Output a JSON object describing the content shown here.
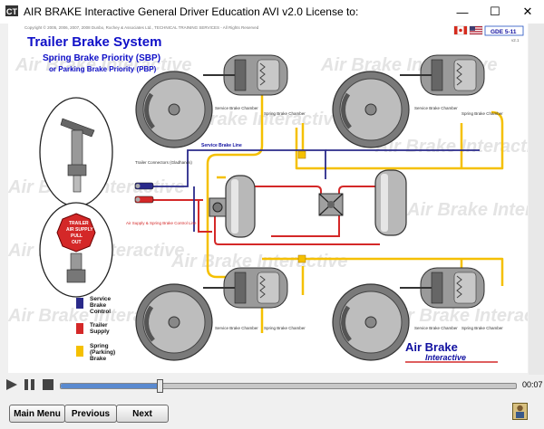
{
  "window": {
    "title": "AIR BRAKE Interactive General Driver Education AVI v2.0    License to:",
    "minimize": "—",
    "maximize": "☐",
    "close": "✕"
  },
  "slide": {
    "copyright": "Copyright © 2005, 2006, 2007, 2008  Dunbo, Rochey & Associates Ltd., TECHNICAL TRAINING SERVICES - All Rights Reserved",
    "title": "Trailer Brake System",
    "subtitle1": "Spring Brake Priority (SBP)",
    "subtitle2": "or Parking Brake Priority (PBP)",
    "code": "GDE 5-11",
    "version": "v2.1",
    "labels": {
      "service_brake_line": "Service Brake Line",
      "trailer_connectors": "Trailer Connectors (Gladhands)",
      "air_supply_line": "Air Supply & Spring Brake Control Line",
      "service_brake_chamber": "Service Brake Chamber",
      "spring_brake_chamber": "Spring Brake Chamber",
      "knob_line1": "TRAILER",
      "knob_line2": "AIR SUPPLY",
      "knob_line3": "PULL",
      "knob_line4": "OUT"
    },
    "legend": [
      {
        "label": "Service Brake Control",
        "color": "#2a2a8a"
      },
      {
        "label": "Trailer Supply",
        "color": "#d42828"
      },
      {
        "label": "Spring (Parking) Brake",
        "color": "#f5c000"
      }
    ],
    "logo_top": "Air Brake",
    "logo_bottom": "Interactive",
    "watermark": "Air Brake Interactive"
  },
  "player": {
    "time": "00:07",
    "progress": 0.22
  },
  "nav": {
    "main_menu": "Main Menu",
    "previous": "Previous",
    "next": "Next"
  }
}
